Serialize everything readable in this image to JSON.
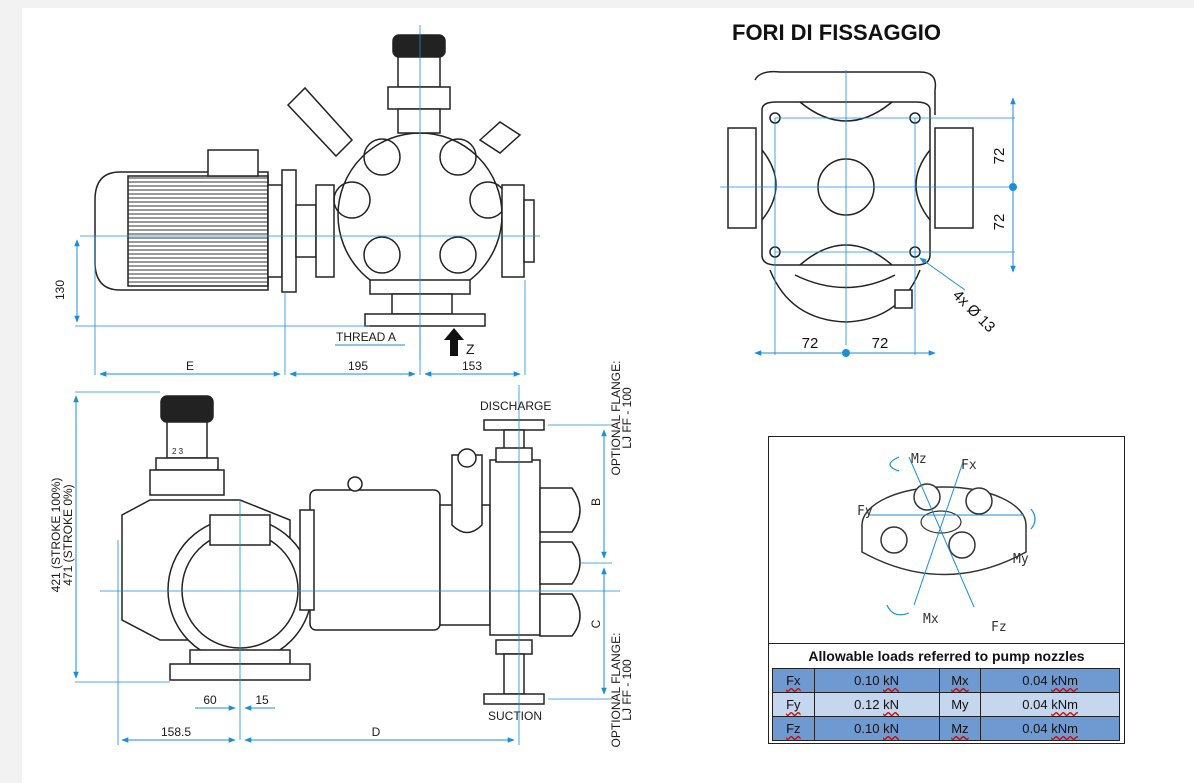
{
  "header": {
    "title": "FORI DI FISSAGGIO"
  },
  "top_view": {
    "dim_height": "130",
    "dim_e": "E",
    "dim_195": "195",
    "dim_153": "153",
    "thread_label": "THREAD A",
    "z_label": "Z"
  },
  "front_view": {
    "dim_stroke_100": "421 (STROKE 100%)",
    "dim_stroke_0": "471 (STROKE 0%)",
    "dim_60": "60",
    "dim_15": "15",
    "dim_158": "158.5",
    "dim_d": "D",
    "dim_b": "B",
    "dim_c": "C",
    "discharge": "DISCHARGE",
    "suction": "SUCTION",
    "flange_top_1": "OPTIONAL FLANGE:",
    "flange_top_2": "LJ FF - 100",
    "flange_bottom_1": "OPTIONAL FLANGE:",
    "flange_bottom_2": "LJ FF - 100",
    "knob_marks": "2  3"
  },
  "holes_view": {
    "dim_v1": "72",
    "dim_v2": "72",
    "dim_h1": "72",
    "dim_h2": "72",
    "holes": "4x Ø 13"
  },
  "loads": {
    "diagram_labels": {
      "mz": "Mz",
      "fx": "Fx",
      "fy": "Fy",
      "my": "My",
      "mx": "Mx",
      "fz": "Fz"
    },
    "caption": "Allowable loads referred to pump nozzles",
    "rows": [
      {
        "f": "Fx",
        "fv": "0.10",
        "fu": "kN",
        "m": "Mx",
        "mv": "0.04",
        "mu": "kNm"
      },
      {
        "f": "Fy",
        "fv": "0.12",
        "fu": "kN",
        "m": "My",
        "mv": "0.04",
        "mu": "kNm"
      },
      {
        "f": "Fz",
        "fv": "0.10",
        "fu": "kN",
        "m": "Mz",
        "mv": "0.04",
        "mu": "kNm"
      }
    ]
  },
  "colors": {
    "dimension": "#1a8fd6",
    "drawing": "#222222",
    "table_dark": "#6f9ad1",
    "table_light": "#c5d6ef"
  }
}
